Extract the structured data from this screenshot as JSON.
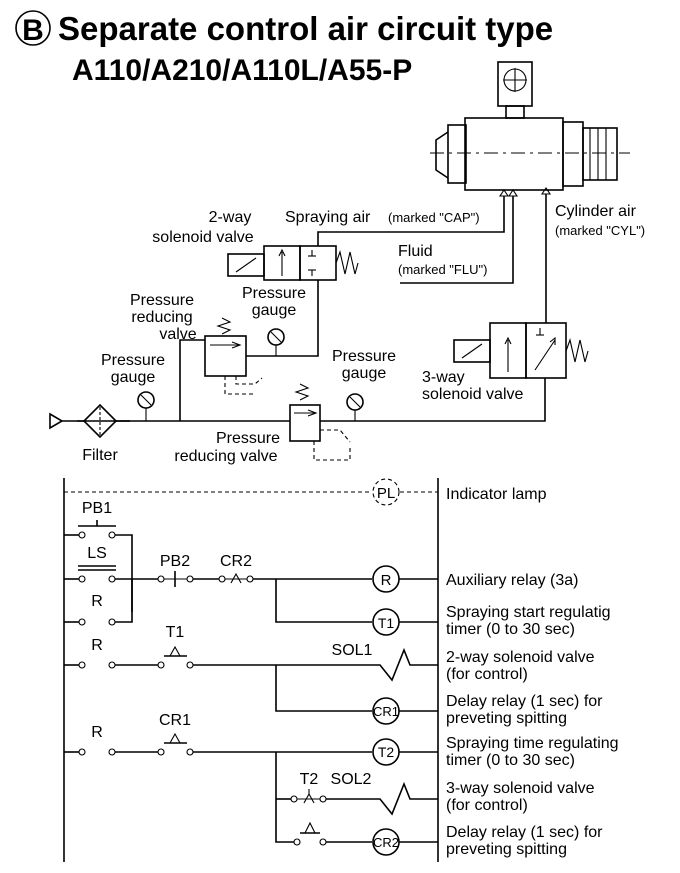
{
  "title": {
    "badge": "B",
    "line1": "Separate control air circuit type",
    "line2": "A110/A210/A110L/A55-P"
  },
  "pneumatic": {
    "two_way_valve": [
      "2-way",
      "solenoid valve"
    ],
    "spraying_air": "Spraying air",
    "spraying_air_mark": "(marked \"CAP\")",
    "fluid": "Fluid",
    "fluid_mark": "(marked \"FLU\")",
    "cylinder_air": "Cylinder air",
    "cylinder_air_mark": "(marked \"CYL\")",
    "prv_upper": [
      "Pressure",
      "reducing",
      "valve"
    ],
    "gauge_upper": [
      "Pressure",
      "gauge"
    ],
    "gauge_left": [
      "Pressure",
      "gauge"
    ],
    "gauge_right": [
      "Pressure",
      "gauge"
    ],
    "three_way_valve": [
      "3-way",
      "solenoid valve"
    ],
    "prv_lower": [
      "Pressure",
      "reducing valve"
    ],
    "filter": "Filter"
  },
  "ladder": {
    "pl": "PL",
    "indicator_lamp": "Indicator lamp",
    "pb1": "PB1",
    "ls": "LS",
    "r1": "R",
    "pb2": "PB2",
    "cr2_contact": "CR2",
    "coil_r": "R",
    "aux_relay": "Auxiliary relay (3a)",
    "coil_t1": "T1",
    "t1_desc": [
      "Spraying start regulatig",
      "timer (0 to 30 sec)"
    ],
    "r2": "R",
    "t1_contact": "T1",
    "sol1": "SOL1",
    "sol1_desc": [
      "2-way solenoid valve",
      "(for control)"
    ],
    "coil_cr1": "CR1",
    "cr1_desc": [
      "Delay relay (1 sec) for",
      "preveting spitting"
    ],
    "r3": "R",
    "cr1_contact": "CR1",
    "coil_t2": "T2",
    "t2_desc": [
      "Spraying time regulating",
      "timer (0 to 30 sec)"
    ],
    "t2_contact": "T2",
    "sol2": "SOL2",
    "sol2_desc": [
      "3-way solenoid valve",
      "(for control)"
    ],
    "coil_cr2": "CR2",
    "cr2_desc": [
      "Delay relay (1 sec) for",
      "preveting spitting"
    ]
  }
}
